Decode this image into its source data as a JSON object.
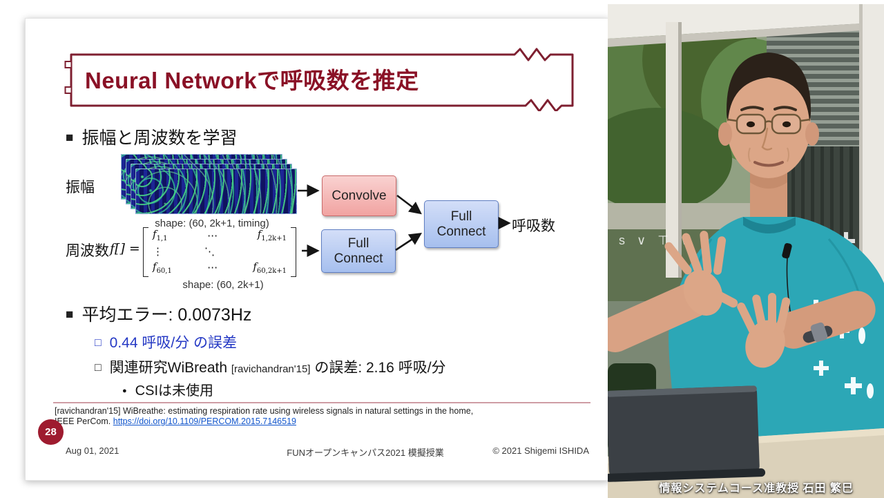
{
  "slide": {
    "title": "Neural Networkで呼吸数を推定",
    "sections": [
      {
        "marker": "■",
        "text": "振幅と周波数を学習"
      },
      {
        "marker": "■",
        "text": "平均エラー: 0.0073Hz"
      }
    ],
    "diagram": {
      "amplitude_label": "振幅",
      "amplitude_shape": "shape: (60, 2k+1, timing)",
      "frequency_label": "周波数",
      "f_equals": "f[] =",
      "matrix": {
        "f": "f",
        "sub_11": "1,1",
        "sub_1k": "1,2k+1",
        "sub_601": "60,1",
        "sub_60k": "60,2k+1",
        "dots_h": "⋯",
        "dots_v": "⋮",
        "dots_diag": "⋱"
      },
      "frequency_shape": "shape: (60, 2k+1)",
      "box_convolve": "Convolve",
      "box_full_connect_left_line1": "Full",
      "box_full_connect_left_line2": "Connect",
      "box_full_connect_right_line1": "Full",
      "box_full_connect_right_line2": "Connect",
      "output_label": "呼吸数"
    },
    "subitems": [
      {
        "marker": "□",
        "text": "0.44 呼吸/分 の誤差"
      },
      {
        "marker": "□",
        "pre": "関連研究WiBreath ",
        "cite": "[ravichandran'15]",
        "post": " の誤差: 2.16 呼吸/分"
      },
      {
        "marker": "●",
        "text": "CSIは未使用"
      }
    ],
    "footnote": {
      "line1": "[ravichandran'15] WiBreathe: estimating respiration rate using wireless signals in natural settings in the home,",
      "line2_prefix": "IEEE PerCom. ",
      "link": "https://doi.org/10.1109/PERCOM.2015.7146519"
    },
    "page_number": "28",
    "footer": {
      "date": "Aug 01, 2021",
      "event": "FUNオープンキャンパス2021 模擬授業",
      "copyright": "© 2021 Shigemi ISHIDA"
    }
  },
  "video": {
    "caption": "情報システムコース准教授 石田 繁巳",
    "window_decal": "s ∨ ⊤ ∨"
  },
  "colors": {
    "slide_accent": "#8a1126",
    "link_blue": "#1155cc",
    "highlight_blue": "#2438c4",
    "convolve_fill": "#f5b9b7",
    "convolve_border": "#c96a6a",
    "full_connect_fill": "#bdcff2",
    "full_connect_border": "#5f7ec2",
    "shirt_teal": "#2ca7b6",
    "badge_red": "#9e1b2f"
  }
}
